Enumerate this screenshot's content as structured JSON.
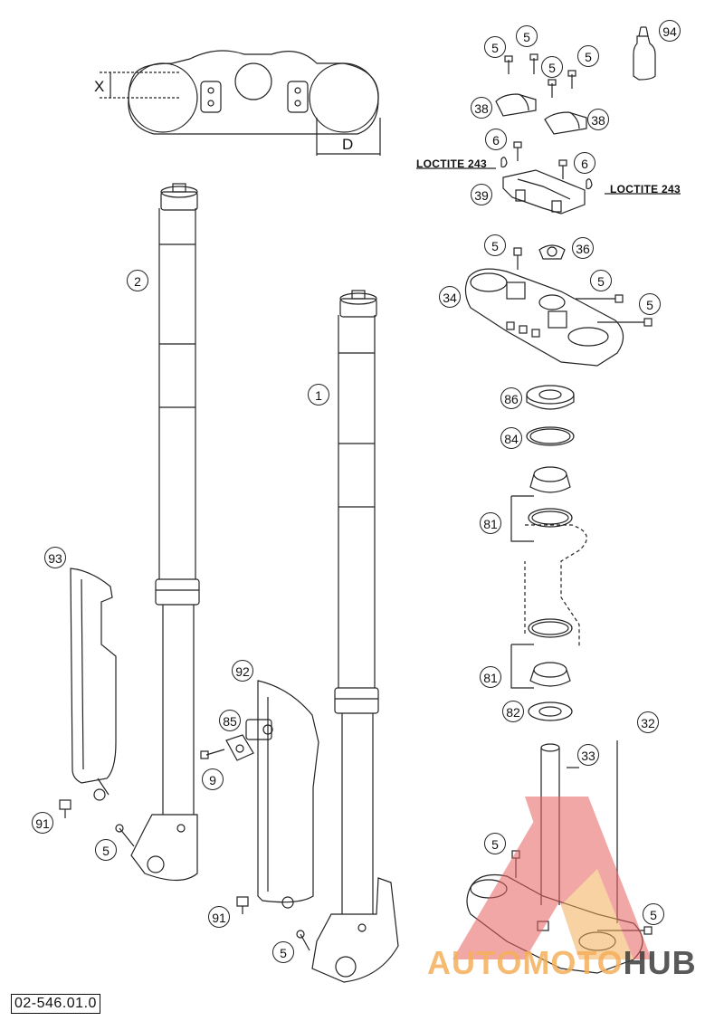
{
  "diagram": {
    "reference_code": "02-546.01.0",
    "dimension_labels": {
      "x": "X",
      "d": "D"
    },
    "notes": {
      "loctite_left": "LOCTITE 243",
      "loctite_right": "LOCTITE 243"
    },
    "watermark": {
      "part_a": "AUTOMOTO",
      "part_b": "HUB"
    },
    "parts": [
      "1",
      "2",
      "5",
      "6",
      "9",
      "32",
      "33",
      "34",
      "36",
      "38",
      "39",
      "81",
      "82",
      "84",
      "85",
      "86",
      "91",
      "92",
      "93",
      "94"
    ]
  },
  "labels": {
    "p5_a": "5",
    "p5_b": "5",
    "p5_c": "5",
    "p5_d": "5",
    "p94": "94",
    "p38_a": "38",
    "p38_b": "38",
    "p6_a": "6",
    "p6_b": "6",
    "p39": "39",
    "p5_e": "5",
    "p36": "36",
    "p34": "34",
    "p5_f": "5",
    "p5_g": "5",
    "p86": "86",
    "p84": "84",
    "p81_a": "81",
    "p81_b": "81",
    "p82": "82",
    "p2": "2",
    "p1": "1",
    "p93": "93",
    "p92": "92",
    "p85": "85",
    "p9": "9",
    "p91_a": "91",
    "p5_h": "5",
    "p91_b": "91",
    "p5_i": "5",
    "p32": "32",
    "p33": "33",
    "p5_j": "5",
    "p5_k": "5"
  },
  "colors": {
    "line": "#222222",
    "watermark_red": "#e86060",
    "watermark_orange": "#f5af5a",
    "watermark_dark": "#3c3c3c"
  }
}
